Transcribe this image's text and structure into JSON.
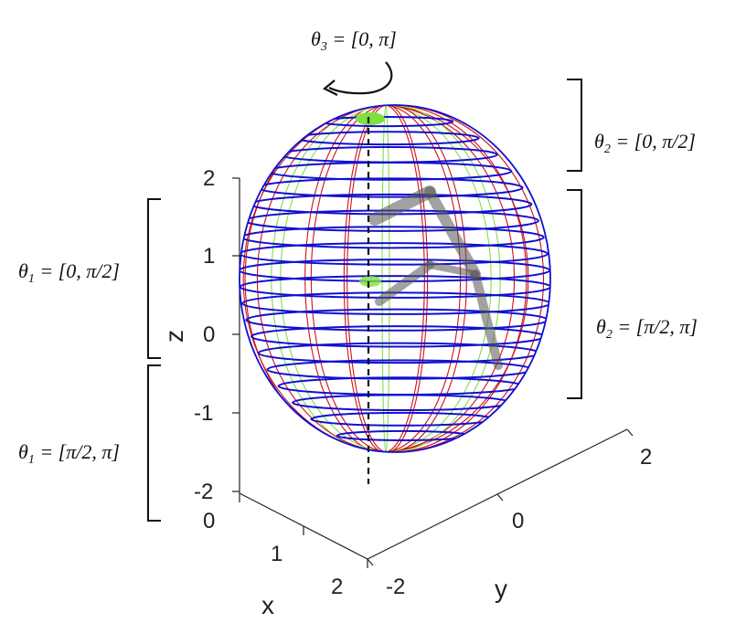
{
  "annotations": {
    "theta3": {
      "sym": "θ",
      "sub": "3",
      "rest": " = [0, π]"
    },
    "theta2_top": {
      "sym": "θ",
      "sub": "2",
      "rest": " = [0, π/2]"
    },
    "theta2_bottom": {
      "sym": "θ",
      "sub": "2",
      "rest": " = [π/2, π]"
    },
    "theta1_top": {
      "sym": "θ",
      "sub": "1",
      "rest": " = [0, π/2]"
    },
    "theta1_bottom": {
      "sym": "θ",
      "sub": "1",
      "rest": " = [π/2, π]"
    }
  },
  "axes": {
    "z_label": "z",
    "x_label": "x",
    "y_label": "y",
    "z_ticks": [
      "2",
      "1",
      "0",
      "-1",
      "-2"
    ],
    "x_ticks": [
      "0",
      "1",
      "2"
    ],
    "y_ticks": [
      "-2",
      "0",
      "2"
    ]
  },
  "colors": {
    "latitude": "#1010d0",
    "meridian_red": "#d01010",
    "meridian_green": "#7fe040",
    "cap": "#7fe040",
    "axis": "#222222",
    "linkage": "#555555"
  }
}
